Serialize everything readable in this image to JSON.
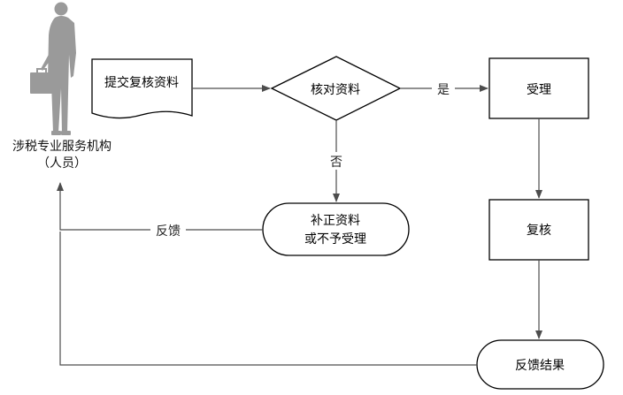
{
  "actor": {
    "icon": "person-with-briefcase-icon",
    "name": "涉税专业服务机构",
    "sub": "（人员）"
  },
  "nodes": {
    "submit": "提交复核资料",
    "check": "核对资料",
    "accept": "受理",
    "review": "复核",
    "supplement_line1": "补正资料",
    "supplement_line2": "或不予受理",
    "result": "反馈结果"
  },
  "edges": {
    "yes": "是",
    "no": "否",
    "feedback": "反馈"
  },
  "colors": {
    "stroke": "#000000",
    "line": "#4d4d4d",
    "person": "#9a9a9a"
  }
}
